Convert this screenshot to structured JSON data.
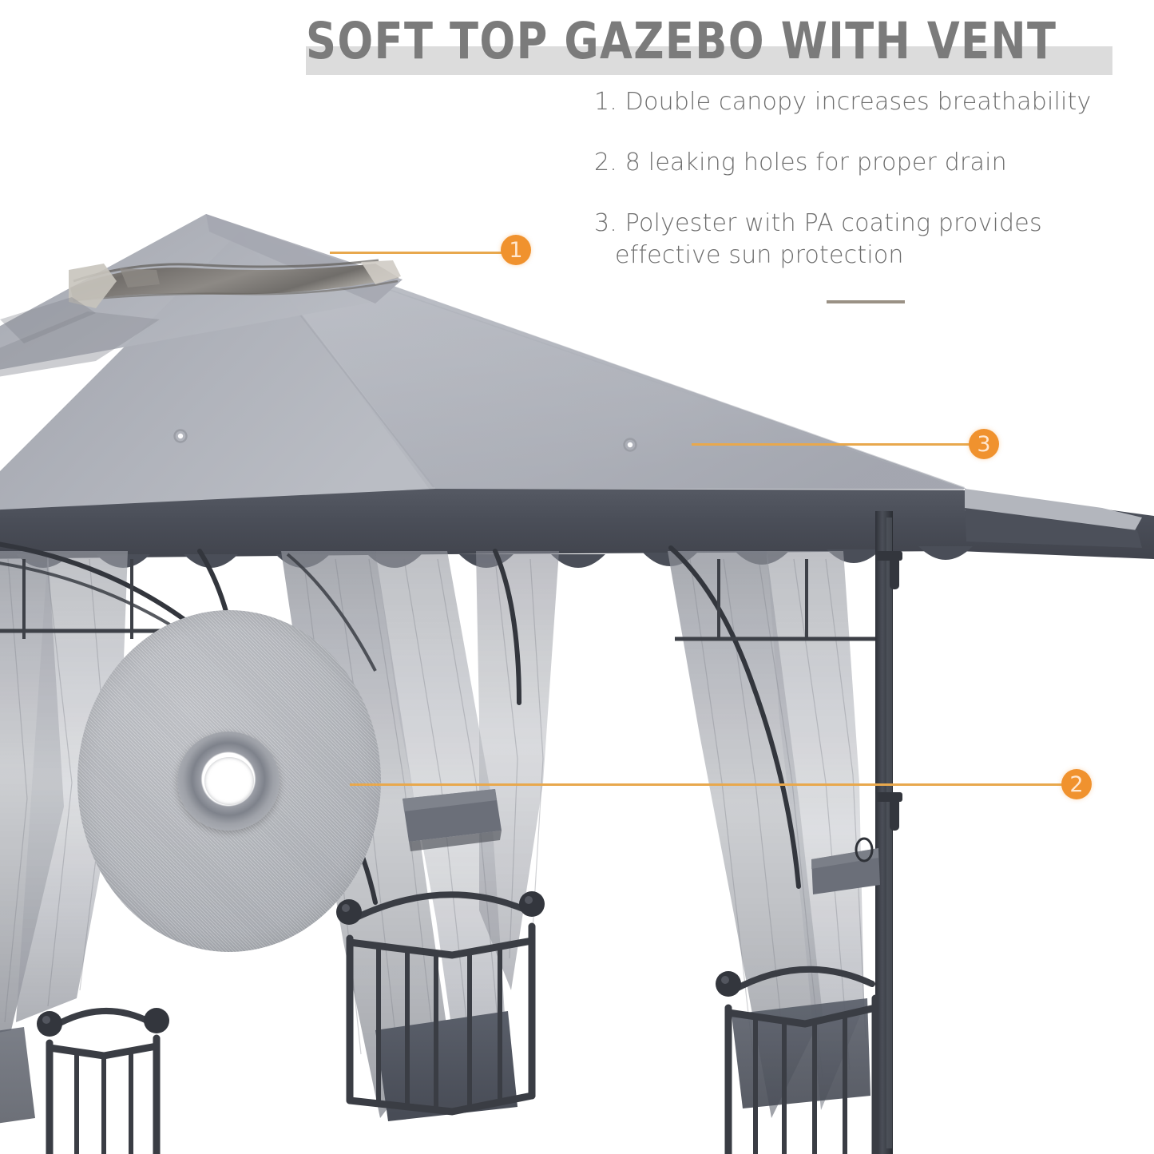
{
  "header": {
    "title": "SOFT TOP GAZEBO WITH VENT",
    "band_color": "#dcdcdc",
    "title_color": "#7b7b7b"
  },
  "features": {
    "items": [
      {
        "text": "1. Double canopy increases breathability",
        "line2": ""
      },
      {
        "text": "2. 8 leaking holes for proper drain",
        "line2": ""
      },
      {
        "text": "3. Polyester with PA coating provides",
        "line2": "effective sun protection"
      }
    ],
    "divider_color": "#9a9185"
  },
  "callouts": {
    "accent_color": "#f0922e",
    "leader_color": "#e8a84d",
    "markers": [
      {
        "label": "1",
        "target": "canopy-vent-peak"
      },
      {
        "label": "2",
        "target": "drain-hole-grommet"
      },
      {
        "label": "3",
        "target": "canopy-polyester-surface"
      }
    ]
  },
  "product": {
    "canopy_color": "#b4b7c0",
    "canopy_shadow_color": "#a0a3ac",
    "fascia_color": "#4a4e58",
    "vent_color": "#6e7178",
    "frame_color": "#3a3d44",
    "mesh_color": "#8d9098",
    "inset_detail_label": "drain-grommet-closeup"
  }
}
